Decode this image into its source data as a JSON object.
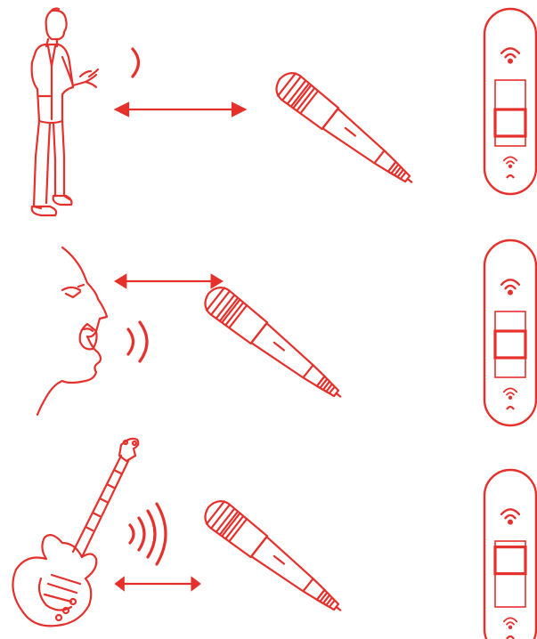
{
  "colors": {
    "accent": "#e5302b",
    "background": "#ffffff"
  },
  "rows": [
    {
      "source": "speaker",
      "source_icon": "person-speaking-icon",
      "sound_icon": "sound-waves-icon",
      "sound_wave_count": 1,
      "distance_icon": "double-arrow-icon",
      "microphone_icon": "microphone-icon",
      "gain_control_icon": "gain-slider-icon",
      "gain_level": 0.25
    },
    {
      "source": "singer",
      "source_icon": "singing-face-icon",
      "sound_icon": "sound-waves-icon",
      "sound_wave_count": 2,
      "distance_icon": "double-arrow-icon",
      "microphone_icon": "microphone-icon",
      "gain_control_icon": "gain-slider-icon",
      "gain_level": 0.5
    },
    {
      "source": "electric-guitar",
      "source_icon": "electric-guitar-icon",
      "sound_icon": "sound-waves-icon",
      "sound_wave_count": 4,
      "distance_icon": "double-arrow-icon",
      "microphone_icon": "microphone-icon",
      "gain_control_icon": "gain-slider-icon",
      "gain_level": 0.85
    }
  ]
}
